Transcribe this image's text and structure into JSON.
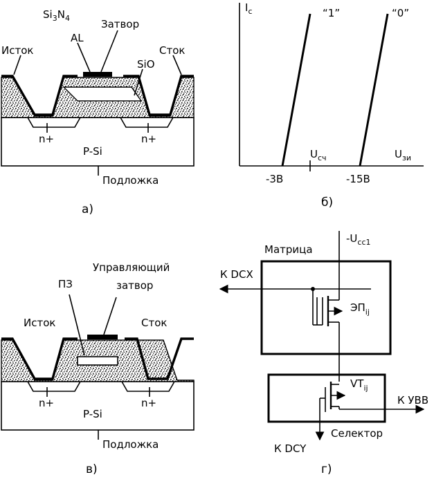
{
  "panel_a": {
    "caption": "а)",
    "si3n4": "Si",
    "si3n4_sub1": "3",
    "si3n4_mid": "N",
    "si3n4_sub2": "4",
    "gate": "Затвор",
    "al": "AL",
    "source": "Исток",
    "drain": "Сток",
    "sio": "SiO",
    "n_left": "n+",
    "n_right": "n+",
    "psi": "P-Si",
    "substrate": "Подложка"
  },
  "panel_b": {
    "caption": "б)",
    "y_axis": "I",
    "y_axis_sub": "c",
    "x_axis": "U",
    "x_axis_sub": "зи",
    "read_label": "U",
    "read_label_sub": "сч",
    "curve1_label": "“1”",
    "curve0_label": "“0”",
    "tick_left": "-3В",
    "tick_right": "-15В"
  },
  "panel_c": {
    "caption": "в)",
    "pz": "ПЗ",
    "control_gate_1": "Управляющий",
    "control_gate_2": "затвор",
    "source": "Исток",
    "drain": "Сток",
    "n_left": "n+",
    "n_right": "n+",
    "psi": "P-Si",
    "substrate": "Подложка"
  },
  "panel_d": {
    "caption": "г)",
    "supply": "-U",
    "supply_sub": "cc1",
    "matrix": "Матрица",
    "to_dcx": "К DCX",
    "cell": "ЭП",
    "cell_sub": "ij",
    "vt": "VT",
    "vt_sub": "ij",
    "to_uvv": "К УВВ",
    "to_dcy": "К DCY",
    "selector": "Селектор"
  }
}
